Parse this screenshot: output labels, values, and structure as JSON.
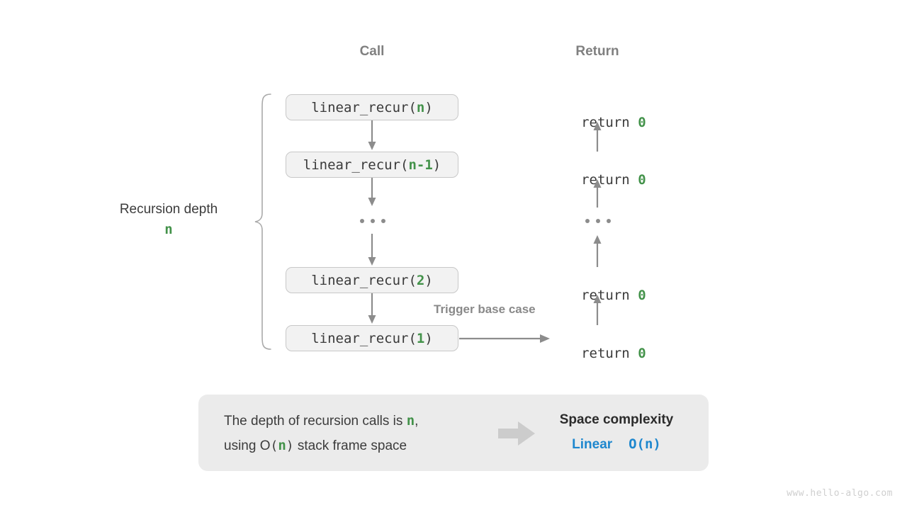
{
  "diagram": {
    "title_columns": {
      "call": "Call",
      "return": "Return"
    },
    "depth_label": {
      "text": "Recursion depth",
      "value": "n"
    },
    "frames": [
      {
        "prefix": "linear_recur(",
        "arg": "n",
        "suffix": ")",
        "return_prefix": "return ",
        "return_value": "0"
      },
      {
        "prefix": "linear_recur(",
        "arg": "n-1",
        "suffix": ")",
        "return_prefix": "return ",
        "return_value": "0"
      },
      {
        "prefix": "linear_recur(",
        "arg": "2",
        "suffix": ")",
        "return_prefix": "return ",
        "return_value": "0"
      },
      {
        "prefix": "linear_recur(",
        "arg": "1",
        "suffix": ")",
        "return_prefix": "return ",
        "return_value": "0"
      }
    ],
    "ellipsis": "...",
    "trigger_note": "Trigger base case",
    "summary": {
      "line1_a": "The depth of recursion calls is ",
      "line1_b": "n",
      "line1_c": ",",
      "line2_a": "using O",
      "line2_b": "(",
      "line2_c": "n",
      "line2_d": ")",
      "line2_e": " stack frame space",
      "heading": "Space complexity",
      "result_word": "Linear",
      "result_notation": "O(n)"
    },
    "watermark": "www.hello-algo.com",
    "colors": {
      "accent_green": "#43924a",
      "accent_blue": "#1e87ce",
      "gray_text": "#808080",
      "box_fill": "#f2f2f2",
      "box_border": "#c8c8c8",
      "panel_fill": "#ebebeb",
      "arrow_gray": "#8c8c8c",
      "block_arrow": "#cccccc"
    }
  }
}
